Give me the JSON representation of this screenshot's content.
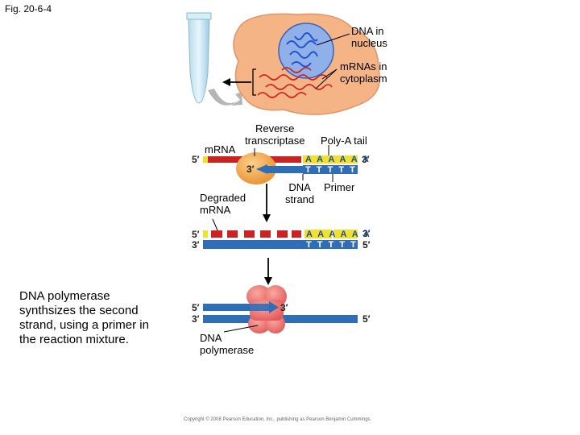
{
  "figure": {
    "label": "Fig. 20-6-4",
    "caption": "DNA polymerase\nsynthsizes the second\nstrand, using a primer in\nthe reaction mixture.",
    "copyright": "Copyright © 2008 Pearson Education, Inc., publishing as Pearson Benjamin Cummings."
  },
  "cell": {
    "nucleus_label": "DNA in\nnucleus",
    "cytoplasm_label": "mRNAs in\ncytoplasm"
  },
  "step1": {
    "mrna_label": "mRNA",
    "enzyme_label": "Reverse\ntranscriptase",
    "polya_label": "Poly-A tail",
    "dna_label": "DNA\nstrand",
    "primer_label": "Primer",
    "top_bases": "A A A A A A",
    "bottom_bases": "T T T T T",
    "end_5": "5′",
    "end_3": "3′",
    "enzyme_end": "3′"
  },
  "step2": {
    "degraded_label": "Degraded\nmRNA",
    "top_bases": "A A A  A A A",
    "bottom_bases": "T T T T T",
    "top_left": "5′",
    "top_right": "3′",
    "bottom_left": "3′",
    "bottom_right": "5′"
  },
  "step3": {
    "polymerase_label": "DNA\npolymerase",
    "top_left": "5′",
    "top_right": "3′",
    "bottom_left": "3′",
    "bottom_right": "5′"
  },
  "colors": {
    "cell": "#f4b486",
    "cell_edge": "#e0956a",
    "nucleus": "#8fb0e8",
    "dna": "#2255cc",
    "mrna": "#cc2222",
    "blue_strand": "#2e6eb8",
    "poly_a": "#f2e030",
    "enzyme": "#f2a040",
    "polymerase": "#f07070"
  }
}
